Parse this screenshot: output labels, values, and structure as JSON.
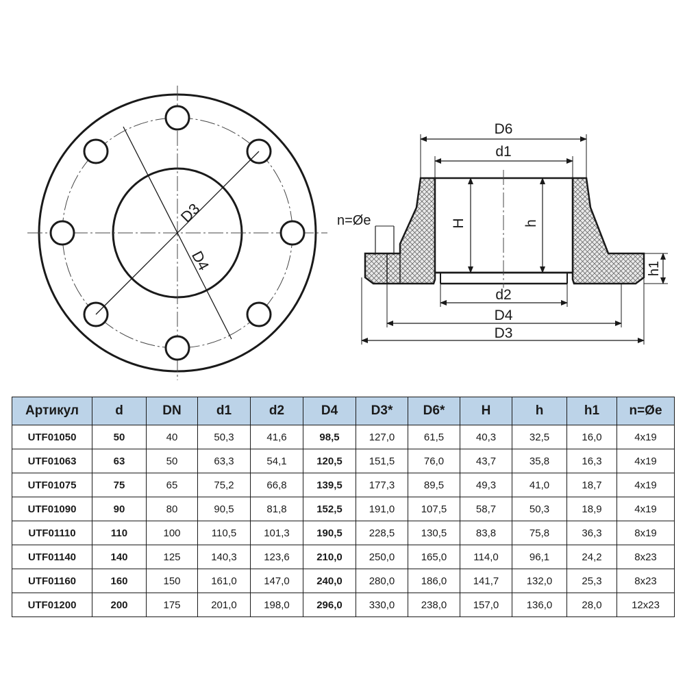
{
  "front_view": {
    "labels": {
      "d3": "D3",
      "d4": "D4"
    }
  },
  "section_view": {
    "labels": {
      "d6": "D6",
      "d1": "d1",
      "d2": "d2",
      "d4": "D4",
      "d3": "D3",
      "h_big": "H",
      "h_small": "h",
      "h1": "h1",
      "bolt": "n=Øe"
    }
  },
  "table": {
    "headers": [
      "Артикул",
      "d",
      "DN",
      "d1",
      "d2",
      "D4",
      "D3*",
      "D6*",
      "H",
      "h",
      "h1",
      "n=Øe"
    ],
    "rows": [
      [
        "UTF01050",
        "50",
        "40",
        "50,3",
        "41,6",
        "98,5",
        "127,0",
        "61,5",
        "40,3",
        "32,5",
        "16,0",
        "4x19"
      ],
      [
        "UTF01063",
        "63",
        "50",
        "63,3",
        "54,1",
        "120,5",
        "151,5",
        "76,0",
        "43,7",
        "35,8",
        "16,3",
        "4x19"
      ],
      [
        "UTF01075",
        "75",
        "65",
        "75,2",
        "66,8",
        "139,5",
        "177,3",
        "89,5",
        "49,3",
        "41,0",
        "18,7",
        "4x19"
      ],
      [
        "UTF01090",
        "90",
        "80",
        "90,5",
        "81,8",
        "152,5",
        "191,0",
        "107,5",
        "58,7",
        "50,3",
        "18,9",
        "4x19"
      ],
      [
        "UTF01110",
        "110",
        "100",
        "110,5",
        "101,3",
        "190,5",
        "228,5",
        "130,5",
        "83,8",
        "75,8",
        "36,3",
        "8x19"
      ],
      [
        "UTF01140",
        "140",
        "125",
        "140,3",
        "123,6",
        "210,0",
        "250,0",
        "165,0",
        "114,0",
        "96,1",
        "24,2",
        "8x23"
      ],
      [
        "UTF01160",
        "160",
        "150",
        "161,0",
        "147,0",
        "240,0",
        "280,0",
        "186,0",
        "141,7",
        "132,0",
        "25,3",
        "8x23"
      ],
      [
        "UTF01200",
        "200",
        "175",
        "201,0",
        "198,0",
        "296,0",
        "330,0",
        "238,0",
        "157,0",
        "136,0",
        "28,0",
        "12x23"
      ]
    ]
  }
}
